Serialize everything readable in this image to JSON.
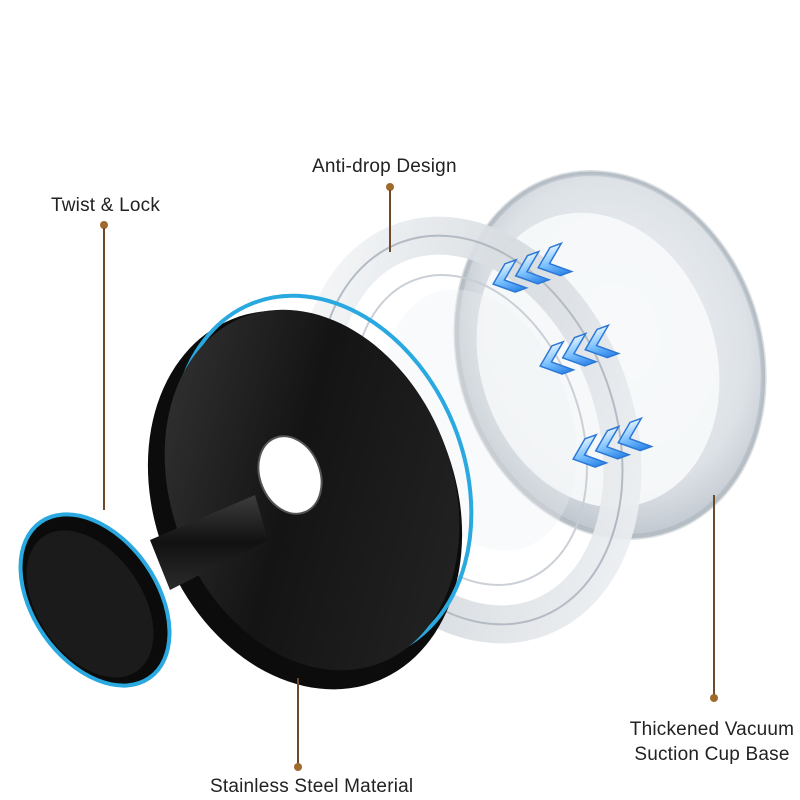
{
  "labels": {
    "twist_lock": "Twist & Lock",
    "anti_drop": "Anti-drop Design",
    "vacuum_line1": "Thickened Vacuum",
    "vacuum_line2": "Suction Cup Base",
    "stainless": "Stainless Steel Material"
  },
  "colors": {
    "leader_line": "#6d4a2a",
    "leader_dot": "#a06a2c",
    "steel_black": "#1a1a1a",
    "edge_blue": "#2aa9e0",
    "clear_plastic": "#e6eaef",
    "arrow_glow": "#4aa8ff"
  },
  "icons": [
    "chevron-arrow-icon"
  ]
}
